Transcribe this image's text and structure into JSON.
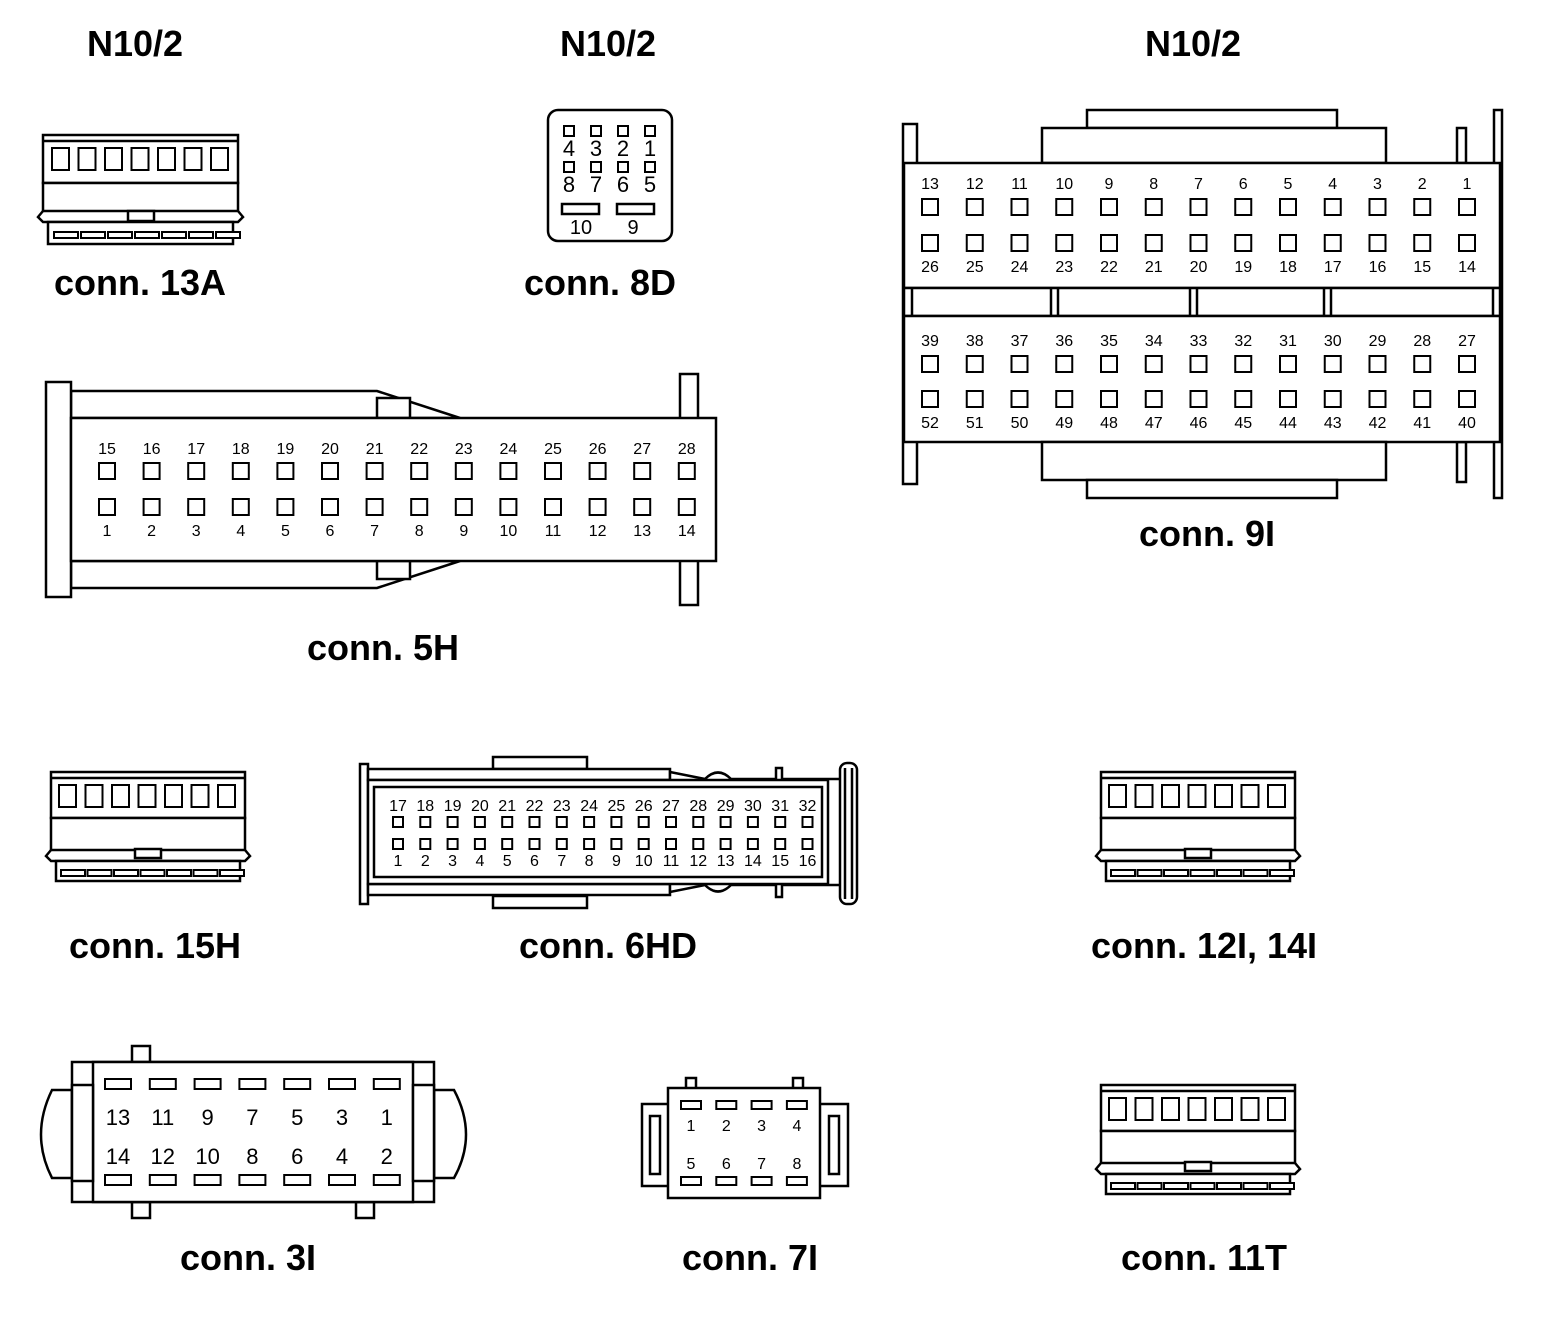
{
  "headers": [
    "N10/2",
    "N10/2",
    "N10/2"
  ],
  "labels": {
    "c13a": "conn. 13A",
    "c8d": "conn. 8D",
    "c9i": "conn. 9I",
    "c5h": "conn. 5H",
    "c15h": "conn. 15H",
    "c6hd": "conn. 6HD",
    "c12i": "conn. 12I, 14I",
    "c3i": "conn. 3I",
    "c7i": "conn. 7I",
    "c11t": "conn. 11T"
  },
  "pins": {
    "c8d_top": [
      "4",
      "3",
      "2",
      "1"
    ],
    "c8d_mid": [
      "8",
      "7",
      "6",
      "5"
    ],
    "c8d_bot": [
      "10",
      "9"
    ],
    "c9i_r1": [
      "13",
      "12",
      "11",
      "10",
      "9",
      "8",
      "7",
      "6",
      "5",
      "4",
      "3",
      "2",
      "1"
    ],
    "c9i_r2": [
      "26",
      "25",
      "24",
      "23",
      "22",
      "21",
      "20",
      "19",
      "18",
      "17",
      "16",
      "15",
      "14"
    ],
    "c9i_r3": [
      "39",
      "38",
      "37",
      "36",
      "35",
      "34",
      "33",
      "32",
      "31",
      "30",
      "29",
      "28",
      "27"
    ],
    "c9i_r4": [
      "52",
      "51",
      "50",
      "49",
      "48",
      "47",
      "46",
      "45",
      "44",
      "43",
      "42",
      "41",
      "40"
    ],
    "c5h_top": [
      "15",
      "16",
      "17",
      "18",
      "19",
      "20",
      "21",
      "22",
      "23",
      "24",
      "25",
      "26",
      "27",
      "28"
    ],
    "c5h_bot": [
      "1",
      "2",
      "3",
      "4",
      "5",
      "6",
      "7",
      "8",
      "9",
      "10",
      "11",
      "12",
      "13",
      "14"
    ],
    "c6hd_top": [
      "17",
      "18",
      "19",
      "20",
      "21",
      "22",
      "23",
      "24",
      "25",
      "26",
      "27",
      "28",
      "29",
      "30",
      "31",
      "32"
    ],
    "c6hd_bot": [
      "1",
      "2",
      "3",
      "4",
      "5",
      "6",
      "7",
      "8",
      "9",
      "10",
      "11",
      "12",
      "13",
      "14",
      "15",
      "16"
    ],
    "c3i_top": [
      "13",
      "11",
      "9",
      "7",
      "5",
      "3",
      "1"
    ],
    "c3i_bot": [
      "14",
      "12",
      "10",
      "8",
      "6",
      "4",
      "2"
    ],
    "c7i_top": [
      "1",
      "2",
      "3",
      "4"
    ],
    "c7i_bot": [
      "5",
      "6",
      "7",
      "8"
    ]
  }
}
